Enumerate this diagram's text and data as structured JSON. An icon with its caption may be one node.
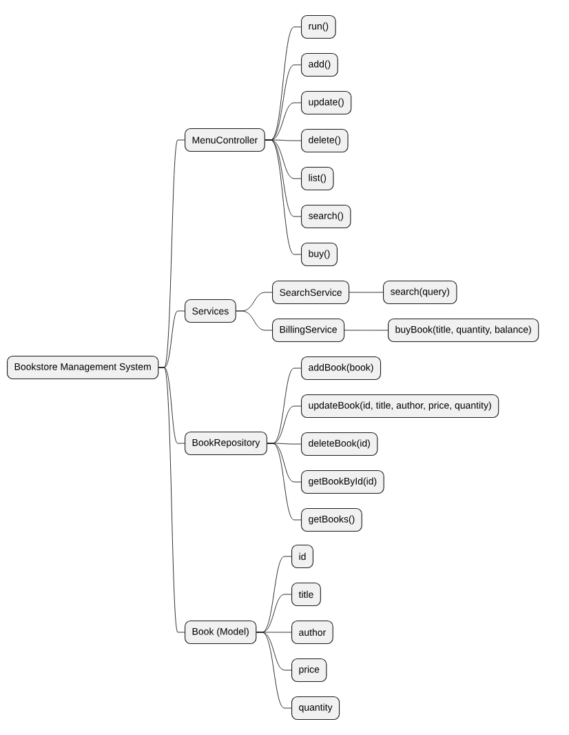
{
  "diagram": {
    "nodes": [
      {
        "text": [
          "Bookstore Management System"
        ]
      },
      {
        "text": [
          "MenuController"
        ]
      },
      {
        "text": [
          "run()"
        ]
      },
      {
        "text": [
          "add()"
        ]
      },
      {
        "text": [
          "update()"
        ]
      },
      {
        "text": [
          "delete()"
        ]
      },
      {
        "text": [
          "list()"
        ]
      },
      {
        "text": [
          "search()"
        ]
      },
      {
        "text": [
          "buy()"
        ]
      },
      {
        "text": [
          "Services"
        ]
      },
      {
        "text": [
          "SearchService"
        ]
      },
      {
        "text": [
          "search(query)"
        ]
      },
      {
        "text": [
          "BillingService"
        ]
      },
      {
        "text": [
          "buyBook(title, quantity, balance)"
        ]
      },
      {
        "text": [
          "BookRepository"
        ]
      },
      {
        "text": [
          "addBook(book)"
        ]
      },
      {
        "text": [
          "updateBook(id, title, author, price, quantity)"
        ]
      },
      {
        "text": [
          "deleteBook(id)"
        ]
      },
      {
        "text": [
          "getBookById(id)"
        ]
      },
      {
        "text": [
          "getBooks()"
        ]
      },
      {
        "text": [
          "Book (Model)"
        ]
      },
      {
        "text": [
          "id"
        ]
      },
      {
        "text": [
          "title"
        ]
      },
      {
        "text": [
          "author"
        ]
      },
      {
        "text": [
          "price"
        ]
      },
      {
        "text": [
          "quantity"
        ]
      }
    ],
    "edges": [
      {
        "from": 0,
        "to": 1,
        "arrow": "none"
      },
      {
        "from": 1,
        "to": 2,
        "arrow": "none"
      },
      {
        "from": 1,
        "to": 3,
        "arrow": "none"
      },
      {
        "from": 1,
        "to": 4,
        "arrow": "none"
      },
      {
        "from": 1,
        "to": 5,
        "arrow": "none"
      },
      {
        "from": 1,
        "to": 6,
        "arrow": "none"
      },
      {
        "from": 1,
        "to": 7,
        "arrow": "none"
      },
      {
        "from": 1,
        "to": 8,
        "arrow": "none"
      },
      {
        "from": 0,
        "to": 9,
        "arrow": "none"
      },
      {
        "from": 9,
        "to": 10,
        "arrow": "none"
      },
      {
        "from": 10,
        "to": 11,
        "arrow": "none"
      },
      {
        "from": 9,
        "to": 12,
        "arrow": "none"
      },
      {
        "from": 12,
        "to": 13,
        "arrow": "none"
      },
      {
        "from": 0,
        "to": 14,
        "arrow": "none"
      },
      {
        "from": 14,
        "to": 15,
        "arrow": "none"
      },
      {
        "from": 14,
        "to": 16,
        "arrow": "none"
      },
      {
        "from": 14,
        "to": 17,
        "arrow": "none"
      },
      {
        "from": 14,
        "to": 18,
        "arrow": "none"
      },
      {
        "from": 14,
        "to": 19,
        "arrow": "none"
      },
      {
        "from": 0,
        "to": 20,
        "arrow": "none"
      },
      {
        "from": 20,
        "to": 21,
        "arrow": "none"
      },
      {
        "from": 20,
        "to": 22,
        "arrow": "none"
      },
      {
        "from": 20,
        "to": 23,
        "arrow": "none"
      },
      {
        "from": 20,
        "to": 24,
        "arrow": "none"
      },
      {
        "from": 20,
        "to": 25,
        "arrow": "none"
      }
    ]
  }
}
